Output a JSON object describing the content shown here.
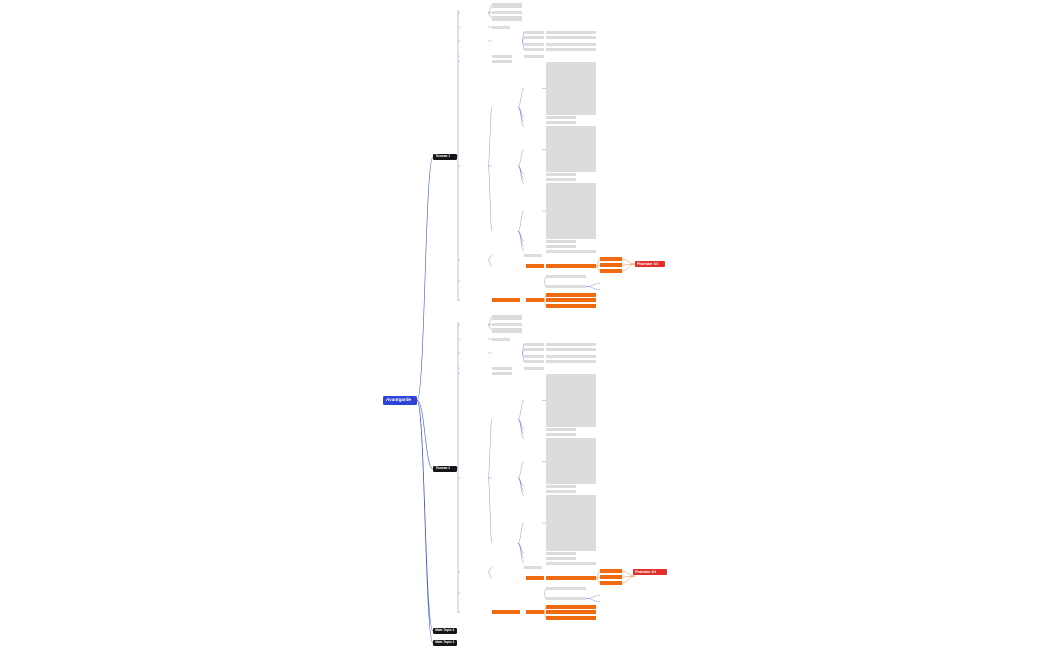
{
  "root": {
    "label": "Avantgarde"
  },
  "main_topics": [
    {
      "label": "Thomas 1"
    },
    {
      "label": "Thomas 2"
    },
    {
      "label": "Main Topic 3"
    },
    {
      "label": "Main Topic 4"
    }
  ],
  "callouts": [
    {
      "label": "Pharisäer 1/4"
    },
    {
      "label": "Pharisäer 2/4"
    }
  ],
  "colors": {
    "root": "#2e44d6",
    "main_topic": "#161616",
    "accent": "#f06a0f",
    "callout": "#e32f2b",
    "node": "#dcdcdc",
    "link": "#3a56c8"
  }
}
